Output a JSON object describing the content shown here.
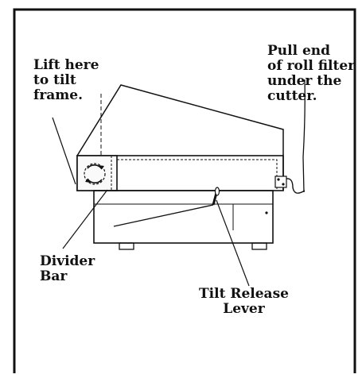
{
  "labels": {
    "lift": "Lift here\nto tilt\nframe.",
    "pull": "Pull end\nof roll filter\nunder the\ncutter.",
    "divider": "Divider\nBar",
    "tilt_release": "Tilt Release\nLever"
  },
  "colors": {
    "ink": "#111111",
    "background": "#ffffff"
  },
  "icons": {
    "rotation": "circular-arrows-icon"
  }
}
